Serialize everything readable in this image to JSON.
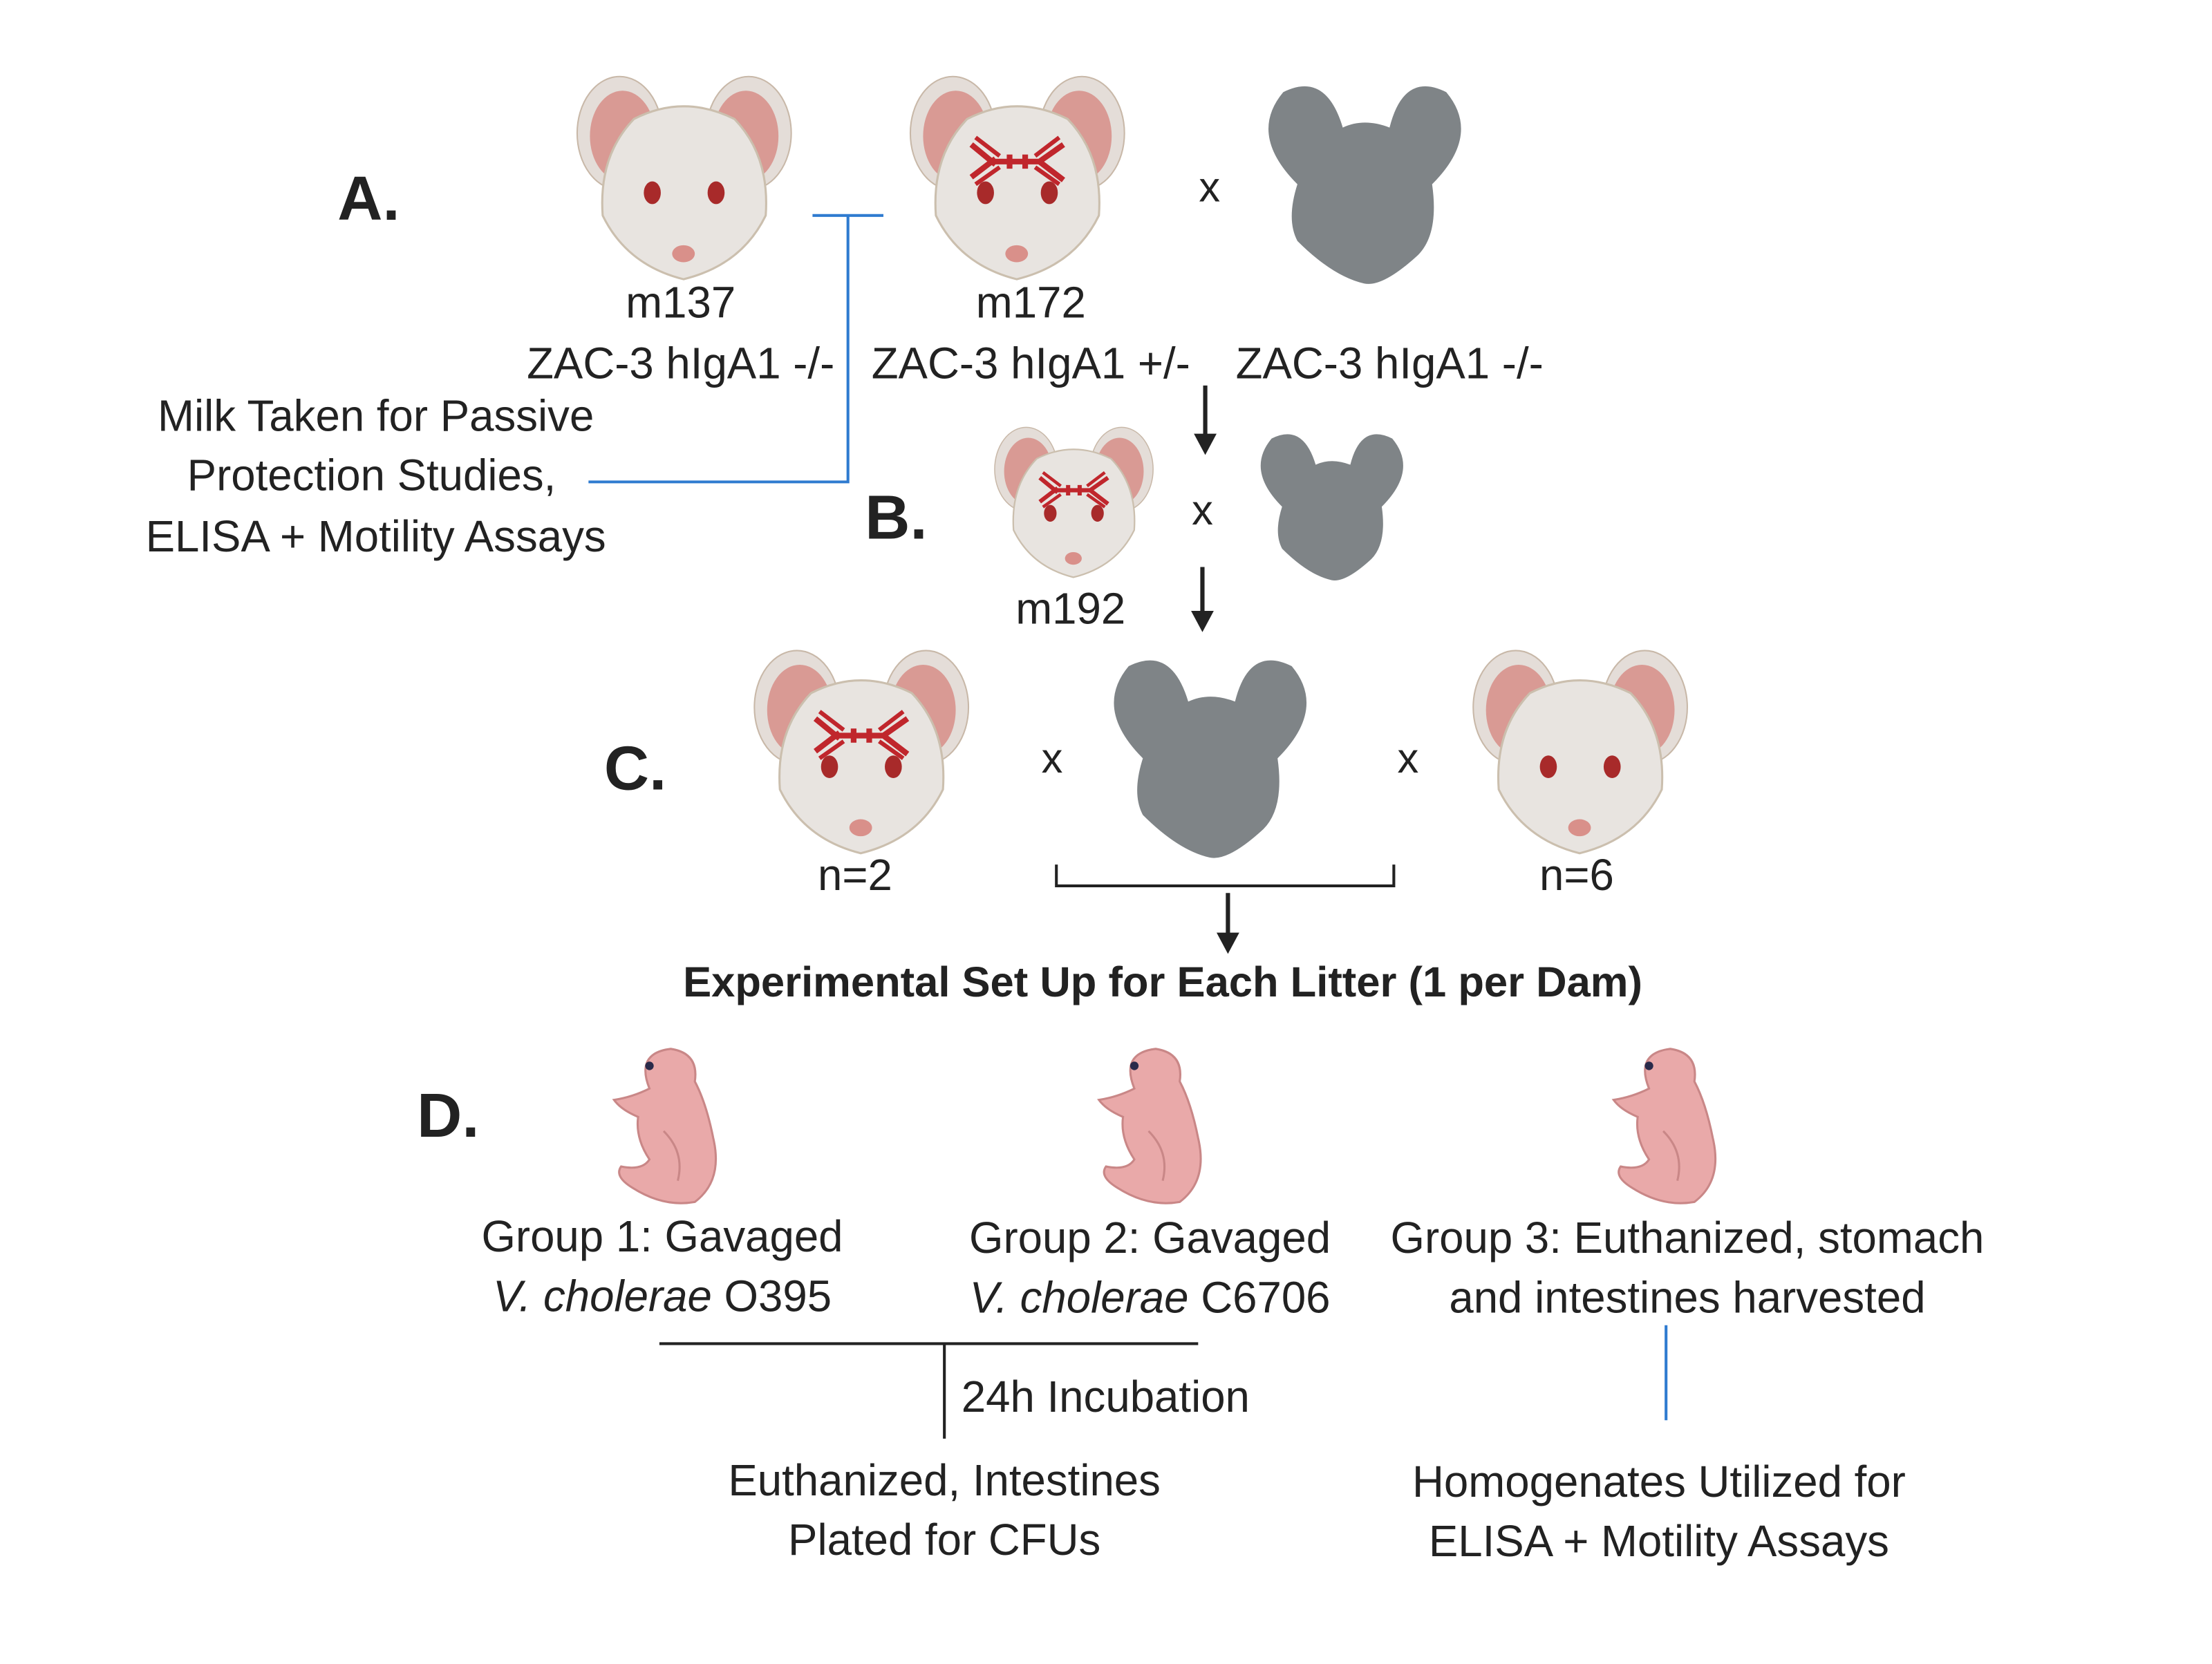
{
  "panels": {
    "a": "A.",
    "b": "B.",
    "c": "C.",
    "d": "D."
  },
  "colors": {
    "blue_line": "#2f7bd0",
    "silhouette": "#7f8487",
    "antibody": "#c0262c",
    "mouse_fur": "#e8e4e0",
    "ear": "#d99a94",
    "pup": "#e9a9a9"
  },
  "panel_a": {
    "mouse1_name": "m137",
    "mouse1_genotype": "ZAC-3 hIgA1 -/-",
    "mouse2_name": "m172",
    "mouse2_genotype": "ZAC-3 hIgA1 +/-",
    "cross": "x",
    "mouse3_genotype": "ZAC-3 hIgA1 -/-",
    "milk_note": [
      "Milk Taken for Passive",
      "Protection Studies,",
      "ELISA + Motility Assays"
    ]
  },
  "panel_b": {
    "mouse_name": "m192",
    "cross": "x"
  },
  "panel_c": {
    "left_count": "n=2",
    "right_count": "n=6",
    "cross": "x",
    "title": "Experimental Set Up for Each Litter (1 per Dam)"
  },
  "panel_d": {
    "group1": {
      "line1": "Group 1: Gavaged",
      "italic": "V. cholerae",
      "strain": " O395"
    },
    "group2": {
      "line1": "Group 2: Gavaged",
      "italic": "V. cholerae",
      "strain": " C6706"
    },
    "group3": [
      "Group 3: Euthanized, stomach",
      "and intestines harvested"
    ],
    "incubation": "24h Incubation",
    "outcome_12": [
      "Euthanized, Intestines",
      "Plated for CFUs"
    ],
    "outcome_3": [
      "Homogenates Utilized for",
      "ELISA + Motility Assays"
    ]
  }
}
